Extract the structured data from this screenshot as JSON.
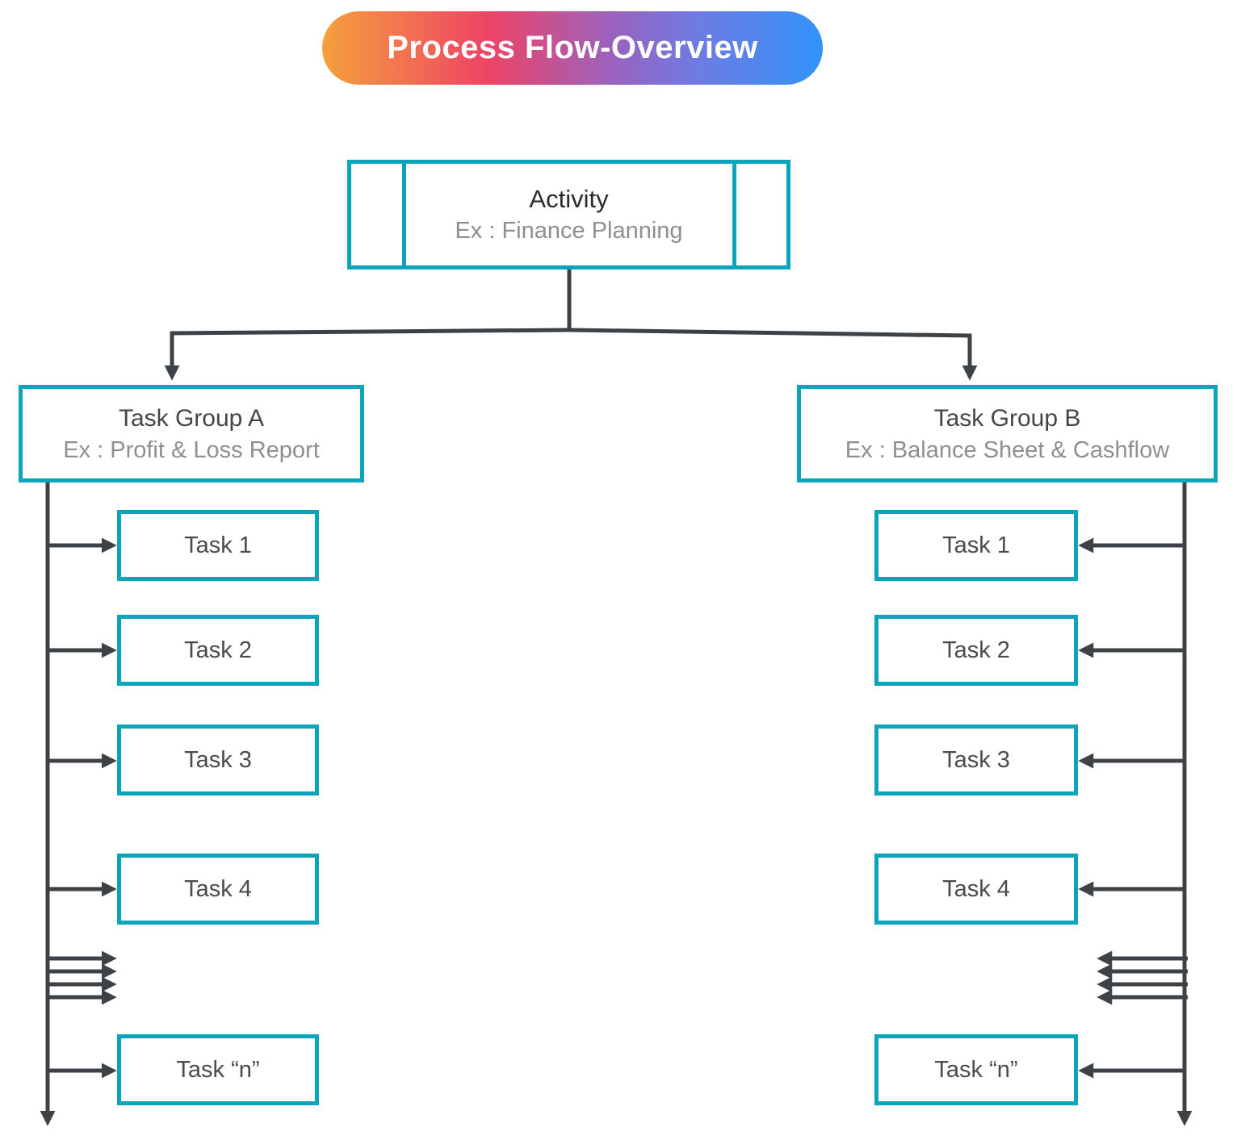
{
  "title": {
    "label": "Process Flow-Overview"
  },
  "activity": {
    "title": "Activity",
    "subtitle": "Ex : Finance Planning"
  },
  "groups": {
    "a": {
      "title": "Task Group A",
      "subtitle": "Ex : Profit & Loss Report",
      "tasks": [
        "Task 1",
        "Task 2",
        "Task 3",
        "Task 4",
        "Task “n”"
      ]
    },
    "b": {
      "title": "Task Group B",
      "subtitle": "Ex : Balance Sheet & Cashflow",
      "tasks": [
        "Task 1",
        "Task 2",
        "Task 3",
        "Task 4",
        "Task “n”"
      ]
    }
  },
  "colors": {
    "node_border": "#0AA5BA",
    "connector": "#3D4247",
    "title_text": "#FFFFFF",
    "heading_text": "#2B2B2B",
    "label_text": "#4B4B4B",
    "subtitle_text": "#8F8F8F",
    "banner_gradient": [
      "#F5A03C",
      "#EF4366",
      "#9A62BE",
      "#6F7BE2",
      "#3193FA"
    ]
  }
}
